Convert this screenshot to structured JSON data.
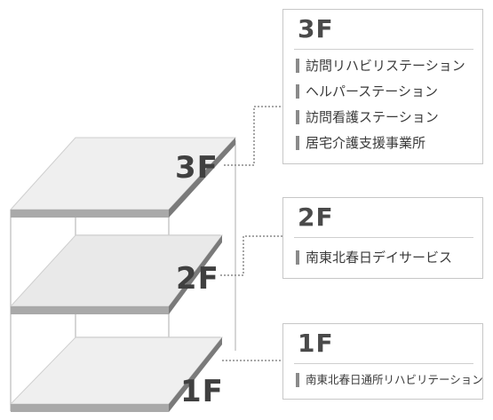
{
  "floors": [
    {
      "label": "3F",
      "title": "3F",
      "items": [
        "訪問リハビリステーション",
        "ヘルパーステーション",
        "訪問看護ステーション",
        "居宅介護支援事業所"
      ]
    },
    {
      "label": "2F",
      "title": "2F",
      "items": [
        "南東北春日デイサービス"
      ]
    },
    {
      "label": "1F",
      "title": "1F",
      "items": [
        "南東北春日通所リハビリテーション"
      ]
    }
  ],
  "colors": {
    "slab_top": "#ececec",
    "slab_edge": "#9a9a9a",
    "slab_side": "#7d7d7d",
    "frame_line": "#c4c4c4",
    "connector": "#8a8a8a",
    "item_bar": "#8a8a8a"
  }
}
